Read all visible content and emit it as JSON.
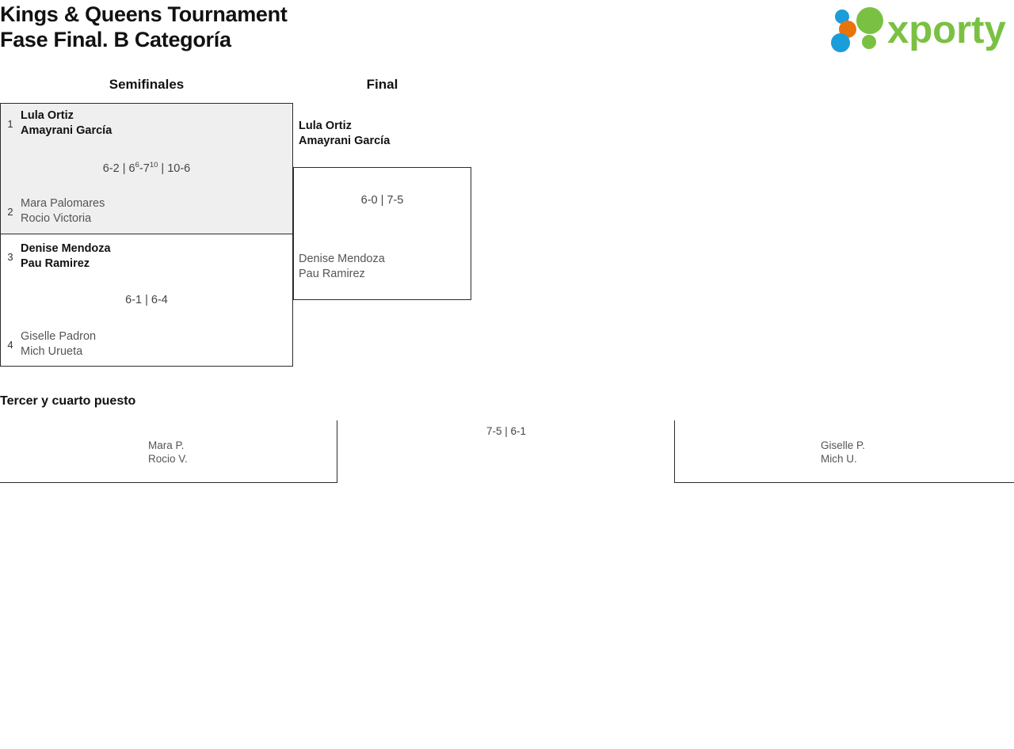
{
  "header": {
    "title_line1": "Kings & Queens Tournament",
    "title_line2": "Fase Final. B Categoría",
    "logo_text": "xporty",
    "logo_colors": {
      "green": "#7AC143",
      "blue": "#1B9DD9",
      "orange": "#E8730C"
    }
  },
  "rounds": [
    {
      "label": "Semifinales"
    },
    {
      "label": "Final"
    }
  ],
  "bracket": {
    "semifinals": [
      {
        "highlighted": true,
        "score": "6-2 | 6",
        "score_parts": {
          "p1": "6-2 | 6",
          "sup1": "6",
          "p2": "-7",
          "sup2": "10",
          "p3": " | 10-6"
        },
        "teams": [
          {
            "seed": "1",
            "player1": "Lula Ortiz",
            "player2": "Amayrani García",
            "winner": true
          },
          {
            "seed": "2",
            "player1": "Mara Palomares",
            "player2": "Rocio Victoria",
            "winner": false
          }
        ]
      },
      {
        "highlighted": false,
        "score": "6-1 | 6-4",
        "teams": [
          {
            "seed": "3",
            "player1": "Denise Mendoza",
            "player2": "Pau Ramirez",
            "winner": true
          },
          {
            "seed": "4",
            "player1": "Giselle Padron",
            "player2": "Mich Urueta",
            "winner": false
          }
        ]
      }
    ],
    "final": {
      "score": "6-0 | 7-5",
      "teams": [
        {
          "player1": "Lula Ortiz",
          "player2": "Amayrani García",
          "winner": true
        },
        {
          "player1": "Denise Mendoza",
          "player2": "Pau Ramirez",
          "winner": false
        }
      ]
    }
  },
  "third_place": {
    "title": "Tercer y cuarto puesto",
    "score": "7-5 | 6-1",
    "teams": [
      {
        "player1": "Mara P.",
        "player2": "Rocio V."
      },
      {
        "player1": "Giselle P.",
        "player2": "Mich U."
      }
    ]
  }
}
